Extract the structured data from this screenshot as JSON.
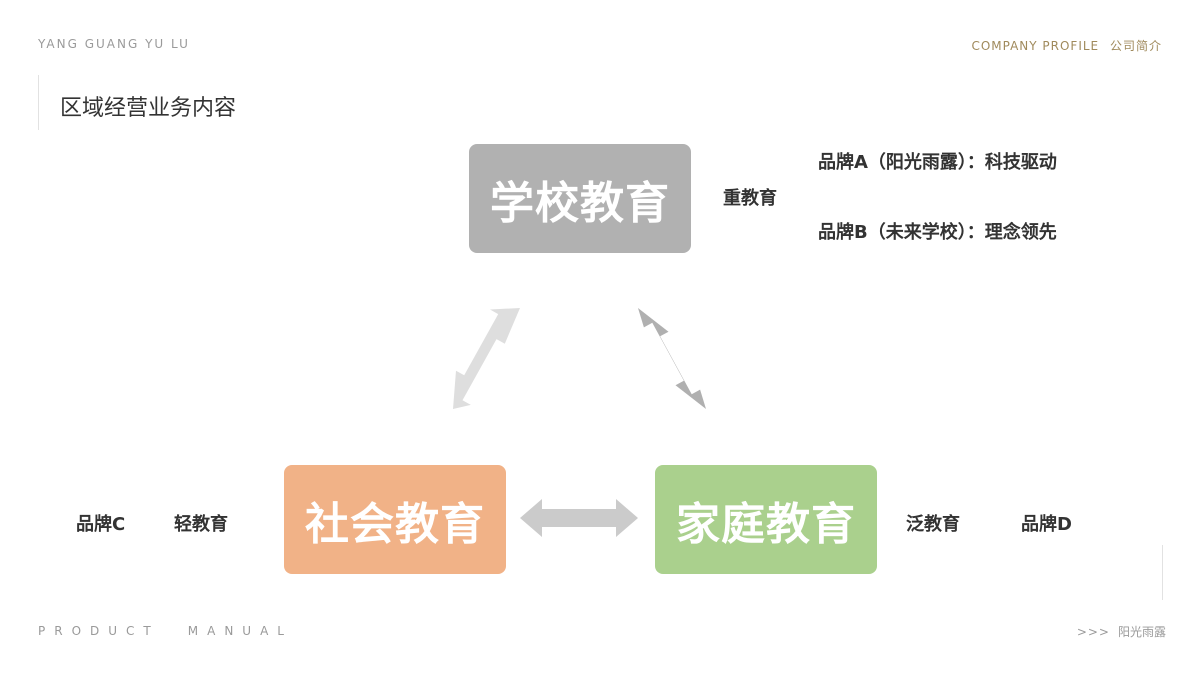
{
  "header": {
    "left": "YANG GUANG YU LU",
    "right_en": "COMPANY PROFILE",
    "right_cn": "公司简介"
  },
  "page_title": "区域经营业务内容",
  "boxes": {
    "school": {
      "label": "学校教育",
      "color": "#b1b1b1"
    },
    "social": {
      "label": "社会教育",
      "color": "#f1b287"
    },
    "family": {
      "label": "家庭教育",
      "color": "#aad08d"
    }
  },
  "labels": {
    "heavy": "重教育",
    "brand_a": "品牌A（阳光雨露）：科技驱动",
    "brand_b": "品牌B（未来学校）：理念领先",
    "brand_c": "品牌C",
    "light": "轻教育",
    "pan": "泛教育",
    "brand_d": "品牌D"
  },
  "arrows": {
    "school_social_color": "#dedede",
    "school_family_color": "#b0b0b0",
    "social_family_color": "#cbcbcb"
  },
  "footer": {
    "left_1": "PRODUCT",
    "left_2": "MANUAL",
    "right_chevrons": ">>>",
    "right_text": "阳光雨露"
  }
}
